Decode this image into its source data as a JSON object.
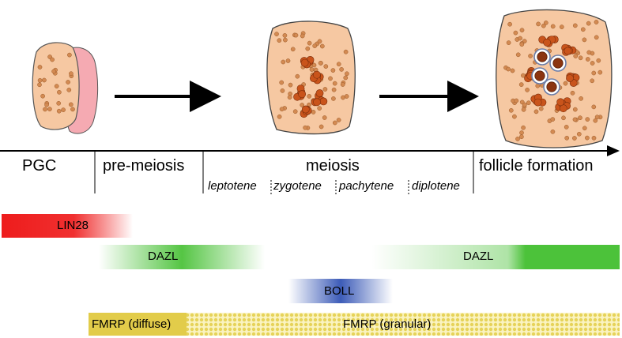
{
  "stages": {
    "pgc": "PGC",
    "premeiosis": "pre-meiosis",
    "meiosis": "meiosis",
    "follicle": "follicle formation"
  },
  "substages": [
    "leptotene",
    "zygotene",
    "pachytene",
    "diplotene"
  ],
  "bars": {
    "lin28": "LIN28",
    "dazl_early": "DAZL",
    "dazl_late": "DAZL",
    "boll": "BOLL",
    "fmrp_diffuse": "FMRP (diffuse)",
    "fmrp_granular": "FMRP (granular)"
  },
  "colors": {
    "cell_fill": "#f6c8a2",
    "cell_dots": "#d38a52",
    "pink_cell": "#f5aab2",
    "cluster": "#c9541b",
    "oocyte": "#8b3410",
    "lin28": "#ee1c1c",
    "dazl": "#4cc23a",
    "boll": "#3d5cb8",
    "fmrp": "#e2cc4a"
  }
}
